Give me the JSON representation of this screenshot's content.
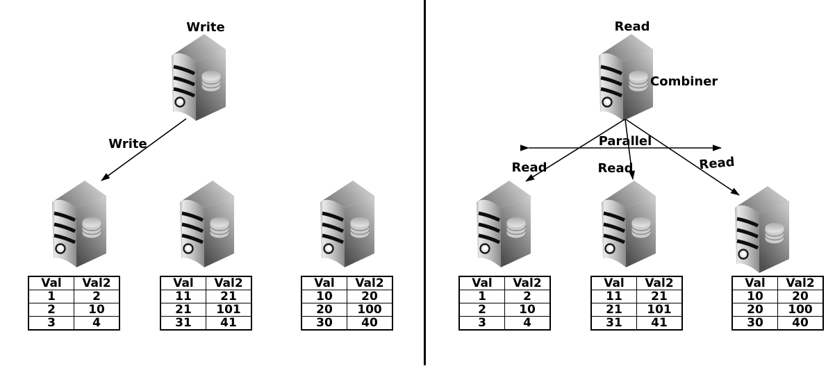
{
  "colors": {
    "line": "#000000",
    "divider": "#000000",
    "server_light": "#e9e9e9",
    "server_mid": "#9a9a9a",
    "server_dark": "#4f4f4f"
  },
  "left_panel": {
    "master_label": "Write",
    "edge_label": "Write",
    "tables": [
      {
        "headers": [
          "Val",
          "Val2"
        ],
        "rows": [
          [
            "1",
            "2"
          ],
          [
            "2",
            "10"
          ],
          [
            "3",
            "4"
          ]
        ]
      },
      {
        "headers": [
          "Val",
          "Val2"
        ],
        "rows": [
          [
            "11",
            "21"
          ],
          [
            "21",
            "101"
          ],
          [
            "31",
            "41"
          ]
        ]
      },
      {
        "headers": [
          "Val",
          "Val2"
        ],
        "rows": [
          [
            "10",
            "20"
          ],
          [
            "20",
            "100"
          ],
          [
            "30",
            "40"
          ]
        ]
      }
    ]
  },
  "right_panel": {
    "master_label": "Read",
    "combiner_label": "Combiner",
    "parallel_label": "Parallel",
    "edge_labels": [
      "Read",
      "Read",
      "Read"
    ],
    "tables": [
      {
        "headers": [
          "Val",
          "Val2"
        ],
        "rows": [
          [
            "1",
            "2"
          ],
          [
            "2",
            "10"
          ],
          [
            "3",
            "4"
          ]
        ]
      },
      {
        "headers": [
          "Val",
          "Val2"
        ],
        "rows": [
          [
            "11",
            "21"
          ],
          [
            "21",
            "101"
          ],
          [
            "31",
            "41"
          ]
        ]
      },
      {
        "headers": [
          "Val",
          "Val2"
        ],
        "rows": [
          [
            "10",
            "20"
          ],
          [
            "20",
            "100"
          ],
          [
            "30",
            "40"
          ]
        ]
      }
    ]
  }
}
